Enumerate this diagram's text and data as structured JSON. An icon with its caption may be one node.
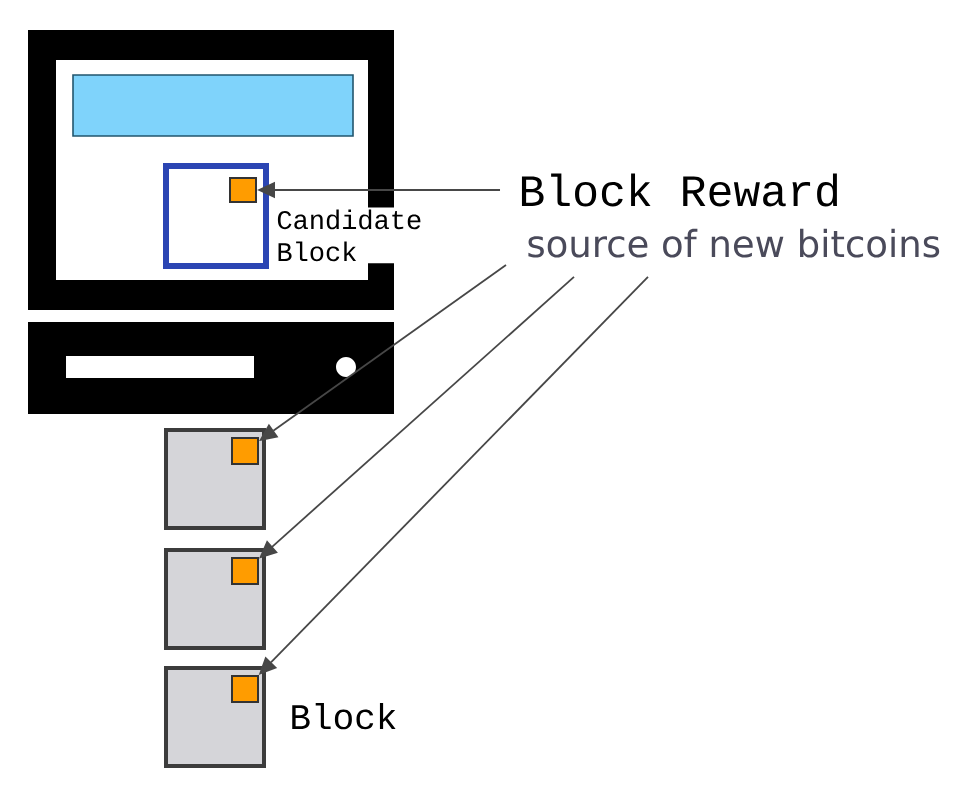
{
  "diagram": {
    "nodes": [
      {
        "text": [
          "Candidate Block"
        ]
      },
      {
        "text": [],
        "shape": "box",
        "in": 0
      },
      {
        "text": [
          "Block Reward"
        ]
      },
      {
        "text": [
          "source of new bitcoins"
        ]
      },
      {
        "text": [],
        "shape": "box"
      },
      {
        "text": [],
        "shape": "box",
        "in": 4
      },
      {
        "text": [],
        "shape": "box"
      },
      {
        "text": [],
        "shape": "box",
        "in": 6
      },
      {
        "text": [],
        "shape": "box",
        "beside": [
          "Block"
        ]
      },
      {
        "text": [],
        "shape": "box",
        "in": 8
      }
    ],
    "edges": [
      {
        "from": 2,
        "to": 1,
        "arrow": "to"
      },
      {
        "from": 3,
        "to": 5,
        "arrow": "to"
      },
      {
        "from": 3,
        "to": 7,
        "arrow": "to"
      },
      {
        "from": 3,
        "to": 9,
        "arrow": "to"
      }
    ]
  }
}
